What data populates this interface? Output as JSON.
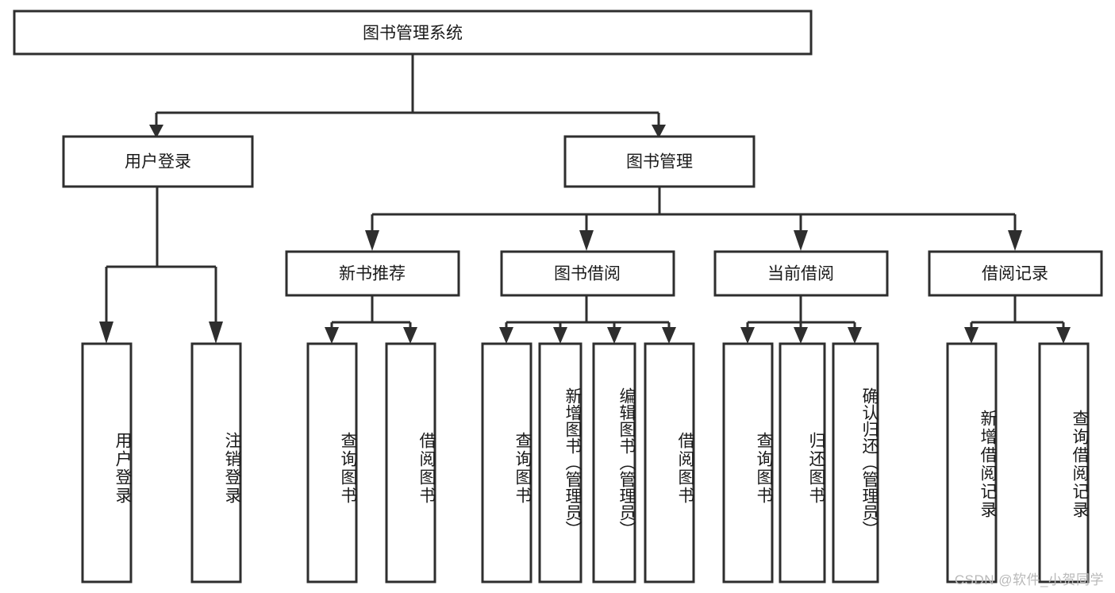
{
  "diagram": {
    "title": "图书管理系统",
    "watermark": "CSDN @软件_小贺同学",
    "type": "tree",
    "orientation": "top-down",
    "levels": 4,
    "colors": {
      "line": "#2e2e2e",
      "node_fill": "#ffffff",
      "text": "#1a1a1a",
      "background": "#ffffff",
      "watermark": "#b9b9b9"
    },
    "root": {
      "id": "root",
      "label": "图书管理系统"
    },
    "level2": [
      {
        "id": "user-login",
        "label": "用户登录"
      },
      {
        "id": "book-manage",
        "label": "图书管理"
      }
    ],
    "level3": [
      {
        "id": "new-book-recommend",
        "label": "新书推荐",
        "parent": "book-manage"
      },
      {
        "id": "book-borrow",
        "label": "图书借阅",
        "parent": "book-manage"
      },
      {
        "id": "current-borrow",
        "label": "当前借阅",
        "parent": "book-manage"
      },
      {
        "id": "borrow-record",
        "label": "借阅记录",
        "parent": "book-manage"
      }
    ],
    "leaves": [
      {
        "id": "leaf-user-login",
        "label": "用户登录",
        "parent": "user-login"
      },
      {
        "id": "leaf-user-logout",
        "label": "注销登录",
        "parent": "user-login"
      },
      {
        "id": "leaf-query-book-1",
        "label": "查询图书",
        "parent": "new-book-recommend"
      },
      {
        "id": "leaf-borrow-book-1",
        "label": "借阅图书",
        "parent": "new-book-recommend"
      },
      {
        "id": "leaf-query-book-2",
        "label": "查询图书",
        "parent": "book-borrow"
      },
      {
        "id": "leaf-add-book",
        "label": "新增图书（管理员）",
        "parent": "book-borrow"
      },
      {
        "id": "leaf-edit-book",
        "label": "编辑图书（管理员）",
        "parent": "book-borrow"
      },
      {
        "id": "leaf-borrow-book-2",
        "label": "借阅图书",
        "parent": "book-borrow"
      },
      {
        "id": "leaf-query-book-3",
        "label": "查询图书",
        "parent": "current-borrow"
      },
      {
        "id": "leaf-return-book",
        "label": "归还图书",
        "parent": "current-borrow"
      },
      {
        "id": "leaf-confirm-return",
        "label": "确认归还（管理员）",
        "parent": "current-borrow"
      },
      {
        "id": "leaf-add-record",
        "label": "新增借阅记录",
        "parent": "borrow-record"
      },
      {
        "id": "leaf-query-record",
        "label": "查询借阅记录",
        "parent": "borrow-record"
      }
    ]
  }
}
